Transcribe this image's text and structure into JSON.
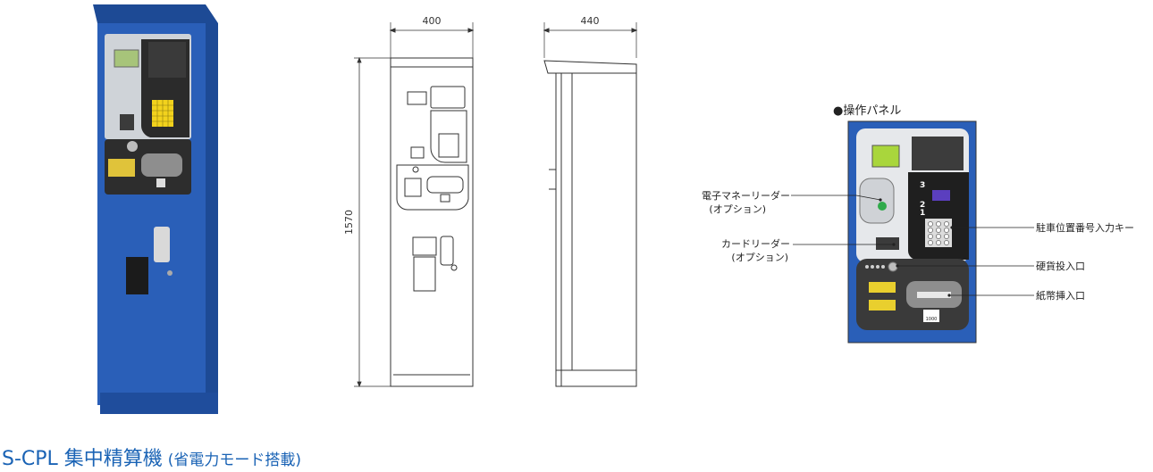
{
  "dims": {
    "front_width": "400",
    "side_depth": "440",
    "height": "1570"
  },
  "panel": {
    "heading": "●操作パネル",
    "callouts": {
      "emoney_line1": "電子マネーリーダー",
      "emoney_line2": "(オプション)",
      "card_line1": "カードリーダー",
      "card_line2": "(オプション)",
      "keypad": "駐車位置番号入力キー",
      "coin": "硬貨投入口",
      "bill": "紙幣挿入口"
    },
    "numbers": {
      "n3": "3",
      "n2": "2",
      "n1": "1",
      "bill_value": "1000"
    }
  },
  "product": {
    "model": "S-CPL 集中精算機",
    "note": "(省電力モード搭載)"
  },
  "colors": {
    "cabinet_blue": "#2a5fb8",
    "cabinet_dark": "#1d4a95",
    "brand_blue": "#1a63b5",
    "lcd_green": "#a9d63c",
    "keypad_yellow": "#f2d21d"
  }
}
